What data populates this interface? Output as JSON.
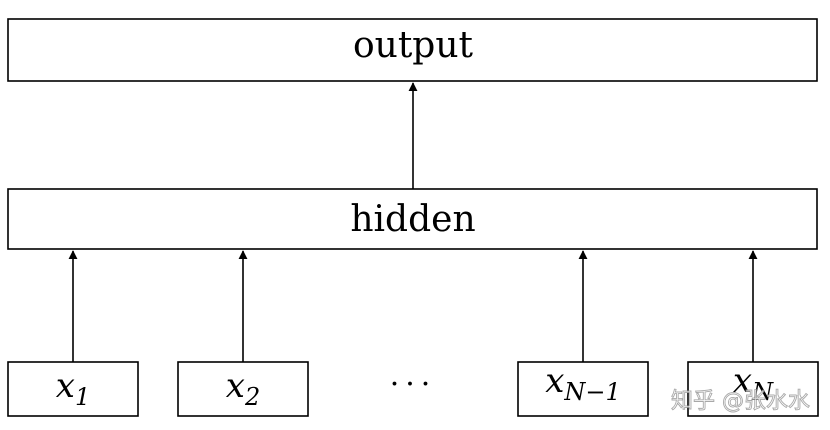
{
  "nodes": {
    "output": "output",
    "hidden": "hidden",
    "inputs": [
      {
        "var": "x",
        "sub": "1",
        "sub_italic": false
      },
      {
        "var": "x",
        "sub": "2",
        "sub_italic": false
      },
      {
        "var": "x",
        "sub": "N−1",
        "sub_italic": true
      },
      {
        "var": "x",
        "sub": "N",
        "sub_italic": true
      }
    ],
    "ellipsis": "···"
  },
  "watermark": "知乎 @张水水"
}
